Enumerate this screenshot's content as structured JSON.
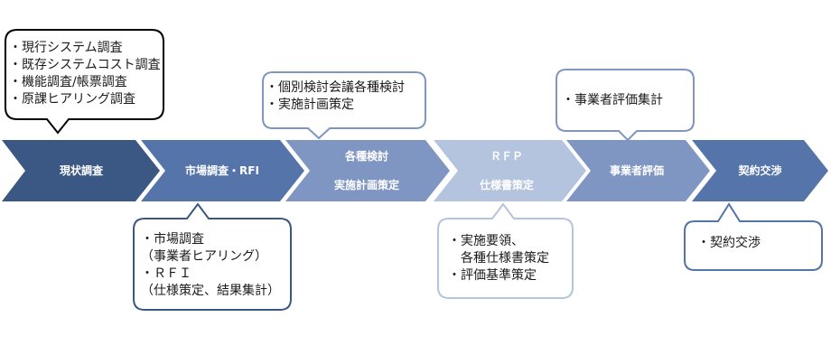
{
  "stages": [
    {
      "label": "現状調査",
      "color": "#3b5783"
    },
    {
      "label": "市場調査・RFI",
      "color": "#5574a9"
    },
    {
      "label": "各種検討\n\n実施計画策定",
      "color": "#7f96c3"
    },
    {
      "label": "ＲＦＰ\n\n仕様書策定",
      "color": "#b4c3de"
    },
    {
      "label": "事業者評価",
      "color": "#7f96c3"
    },
    {
      "label": "契約交渉",
      "color": "#5574a9"
    }
  ],
  "callouts": {
    "genjo": {
      "text": "・現行システム調査\n・既存システムコスト調査\n・機能調査/帳票調査\n・原課ヒアリング調査",
      "border": "#000000"
    },
    "kakushu": {
      "text": "・個別検討会議各種検討\n・実施計画策定",
      "border": "#7f96c3"
    },
    "jigyosha": {
      "text": "・事業者評価集計",
      "border": "#7f96c3"
    },
    "shijo": {
      "text": "・市場調査\n（事業者ヒアリング）\n・ＲＦＩ\n（仕様策定、結果集計）",
      "border": "#3b5783"
    },
    "rfp": {
      "text": "・実施要領、\n　各種仕様書策定\n・評価基準策定",
      "border": "#b4c3de"
    },
    "keiyaku": {
      "text": "・契約交渉",
      "border": "#5574a9"
    }
  }
}
